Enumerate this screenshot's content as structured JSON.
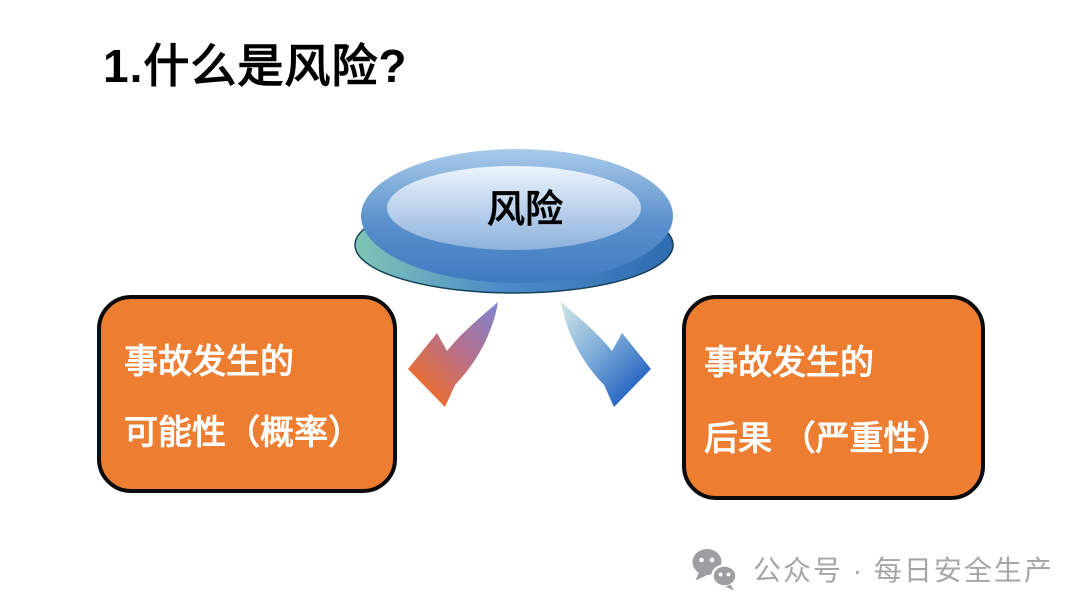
{
  "slide": {
    "title": "1.什么是风险?",
    "center_node": {
      "label": "风险"
    },
    "left_box": {
      "line1": "事故发生的",
      "line2": "可能性（概率）"
    },
    "right_box": {
      "line1": "事故发生的",
      "line2": "后果 （严重性）"
    },
    "watermark": {
      "text": "公众号 · 每日安全生产"
    },
    "colors": {
      "background": "#FFFFFF",
      "title_text": "#000000",
      "box_fill": "#ED7D31",
      "box_border": "#0A0A0A",
      "box_text": "#FFFFFF",
      "disc_label_text": "#000000",
      "disc_rim_gradient": [
        "#7FC6B4",
        "#4E8CC8",
        "#2E6CB0"
      ],
      "disc_body_gradient": [
        "#A9CBEA",
        "#5A90CC",
        "#3E7CC0"
      ],
      "disc_top_gradient": [
        "#EDF4FC",
        "#8CB1DC"
      ],
      "left_arrow_gradient": [
        "#8383CC",
        "#B5708F",
        "#E56F3A"
      ],
      "right_arrow_gradient": [
        "#C9E0E6",
        "#7FAED9",
        "#2E6BC4"
      ],
      "watermark_gray": "#A6A6A6"
    }
  }
}
